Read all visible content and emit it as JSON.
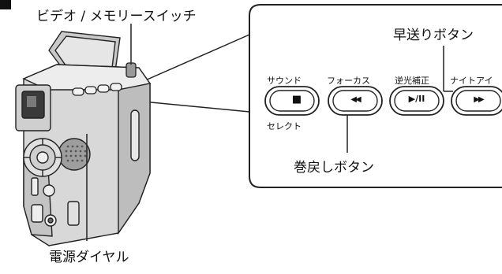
{
  "labels": {
    "video_memory_switch": "ビデオ / メモリースイッチ",
    "fast_forward_button": "早送りボタン",
    "rewind_button": "巻戻しボタン",
    "power_dial": "電源ダイヤル"
  },
  "buttons": [
    {
      "label": "サウンド",
      "sublabel": "セレクト",
      "symbol": "■"
    },
    {
      "label": "フォーカス",
      "sublabel": "",
      "symbol": "◀◀"
    },
    {
      "label": "逆光補正",
      "sublabel": "",
      "symbol": "▶/II"
    },
    {
      "label": "ナイトアイ",
      "sublabel": "",
      "symbol": "▶▶"
    }
  ]
}
